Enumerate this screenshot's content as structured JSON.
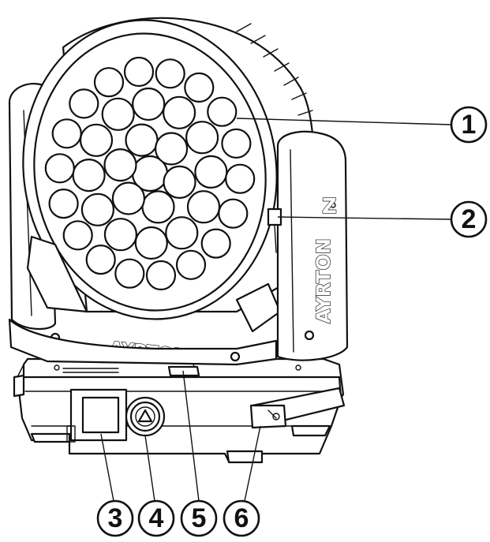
{
  "brand": {
    "yoke_text": "AYRTON",
    "base_text": "AYRTON",
    "yoke_logo_mark": "Z"
  },
  "callouts": [
    {
      "id": "1",
      "label": "1"
    },
    {
      "id": "2",
      "label": "2"
    },
    {
      "id": "3",
      "label": "3"
    },
    {
      "id": "4",
      "label": "4"
    },
    {
      "id": "5",
      "label": "5"
    },
    {
      "id": "6",
      "label": "6"
    }
  ],
  "colors": {
    "line": "#111111",
    "background": "#ffffff"
  }
}
